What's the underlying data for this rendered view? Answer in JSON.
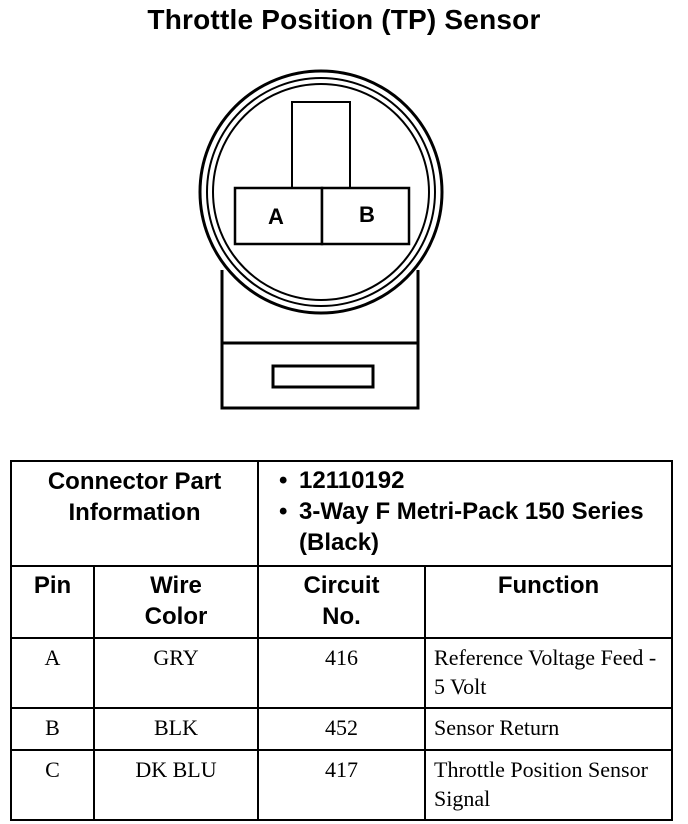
{
  "title": "Throttle Position (TP) Sensor",
  "connector": {
    "pin_labels": [
      "A",
      "B"
    ]
  },
  "table": {
    "info_label": "Connector Part Information",
    "info_items": [
      "12110192",
      "3-Way F Metri-Pack 150 Series (Black)"
    ],
    "headers": {
      "pin": "Pin",
      "wire_color": "Wire Color",
      "circuit": "Circuit No.",
      "function": "Function"
    },
    "rows": [
      {
        "pin": "A",
        "wire_color": "GRY",
        "circuit": "416",
        "function": "Reference Voltage Feed - 5 Volt"
      },
      {
        "pin": "B",
        "wire_color": "BLK",
        "circuit": "452",
        "function": "Sensor Return"
      },
      {
        "pin": "C",
        "wire_color": "DK BLU",
        "circuit": "417",
        "function": "Throttle Position Sensor Signal"
      }
    ]
  }
}
